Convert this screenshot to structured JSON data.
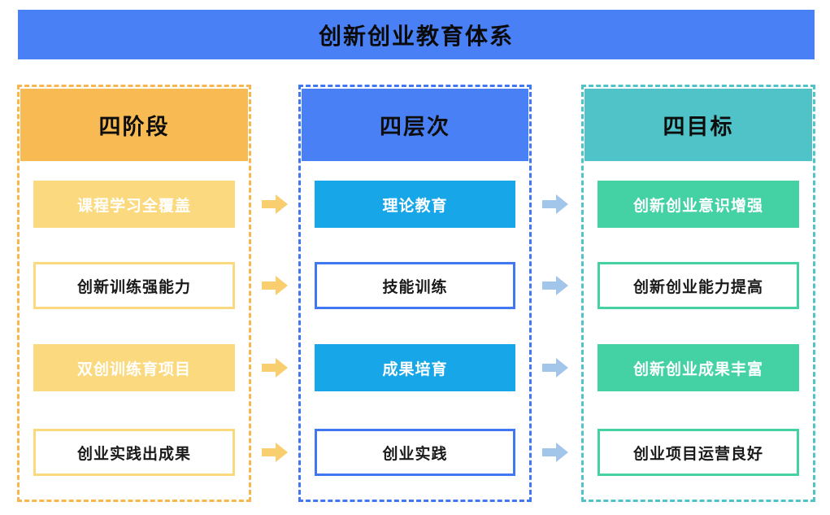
{
  "title": "创新创业教育体系",
  "colors": {
    "banner_blue": "#4A80F5",
    "orange_header": "#F8BB54",
    "light_yellow": "#FBD97E",
    "cyan_fill": "#17A6E8",
    "blue_border": "#4177F0",
    "teal_header": "#4FC3C7",
    "green_fill": "#44D2A4",
    "yellow_arrow": "#F9CE6F",
    "blue_arrow": "#A2C6EA"
  },
  "columns": [
    {
      "header": "四阶段",
      "items": [
        {
          "label": "课程学习全覆盖",
          "variant": "filled"
        },
        {
          "label": "创新训练强能力",
          "variant": "outline"
        },
        {
          "label": "双创训练育项目",
          "variant": "filled"
        },
        {
          "label": "创业实践出成果",
          "variant": "outline"
        }
      ]
    },
    {
      "header": "四层次",
      "items": [
        {
          "label": "理论教育",
          "variant": "filled"
        },
        {
          "label": "技能训练",
          "variant": "outline"
        },
        {
          "label": "成果培育",
          "variant": "filled"
        },
        {
          "label": "创业实践",
          "variant": "outline"
        }
      ]
    },
    {
      "header": "四目标",
      "items": [
        {
          "label": "创新创业意识增强",
          "variant": "filled"
        },
        {
          "label": "创新创业能力提高",
          "variant": "outline"
        },
        {
          "label": "创新创业成果丰富",
          "variant": "filled"
        },
        {
          "label": "创业项目运营良好",
          "variant": "outline"
        }
      ]
    }
  ],
  "arrows": {
    "stages_to_levels_count": 4,
    "levels_to_goals_count": 4
  }
}
